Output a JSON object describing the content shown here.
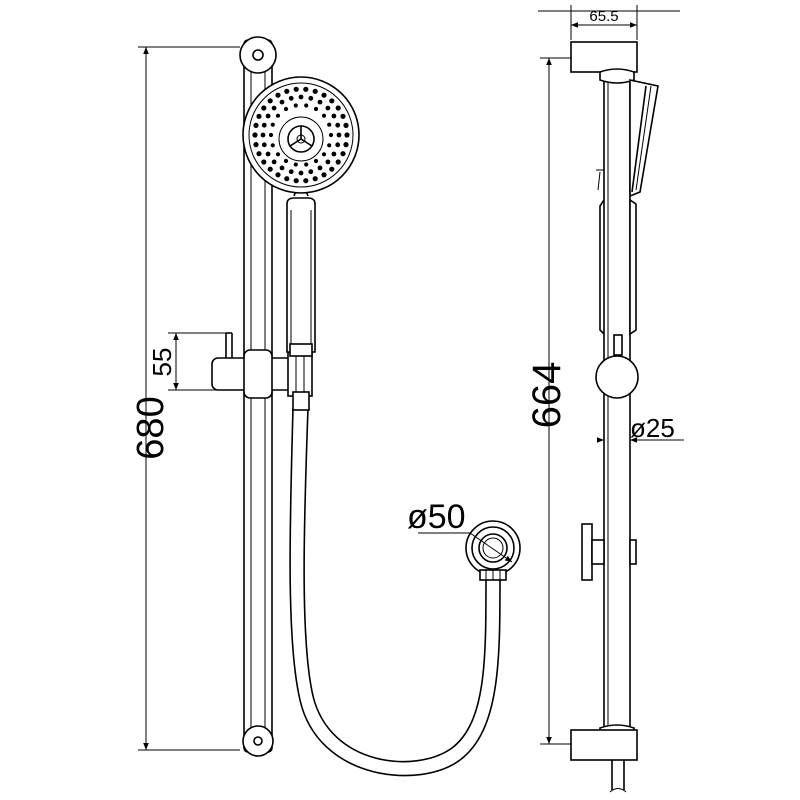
{
  "dimensions": {
    "overall_height": "680",
    "bracket_height": "55",
    "bracket_depth": "65.5",
    "rail_length": "664",
    "rail_diameter": "ø25",
    "outlet_diameter": "ø50"
  },
  "colors": {
    "line": "#000000",
    "background": "#ffffff"
  }
}
